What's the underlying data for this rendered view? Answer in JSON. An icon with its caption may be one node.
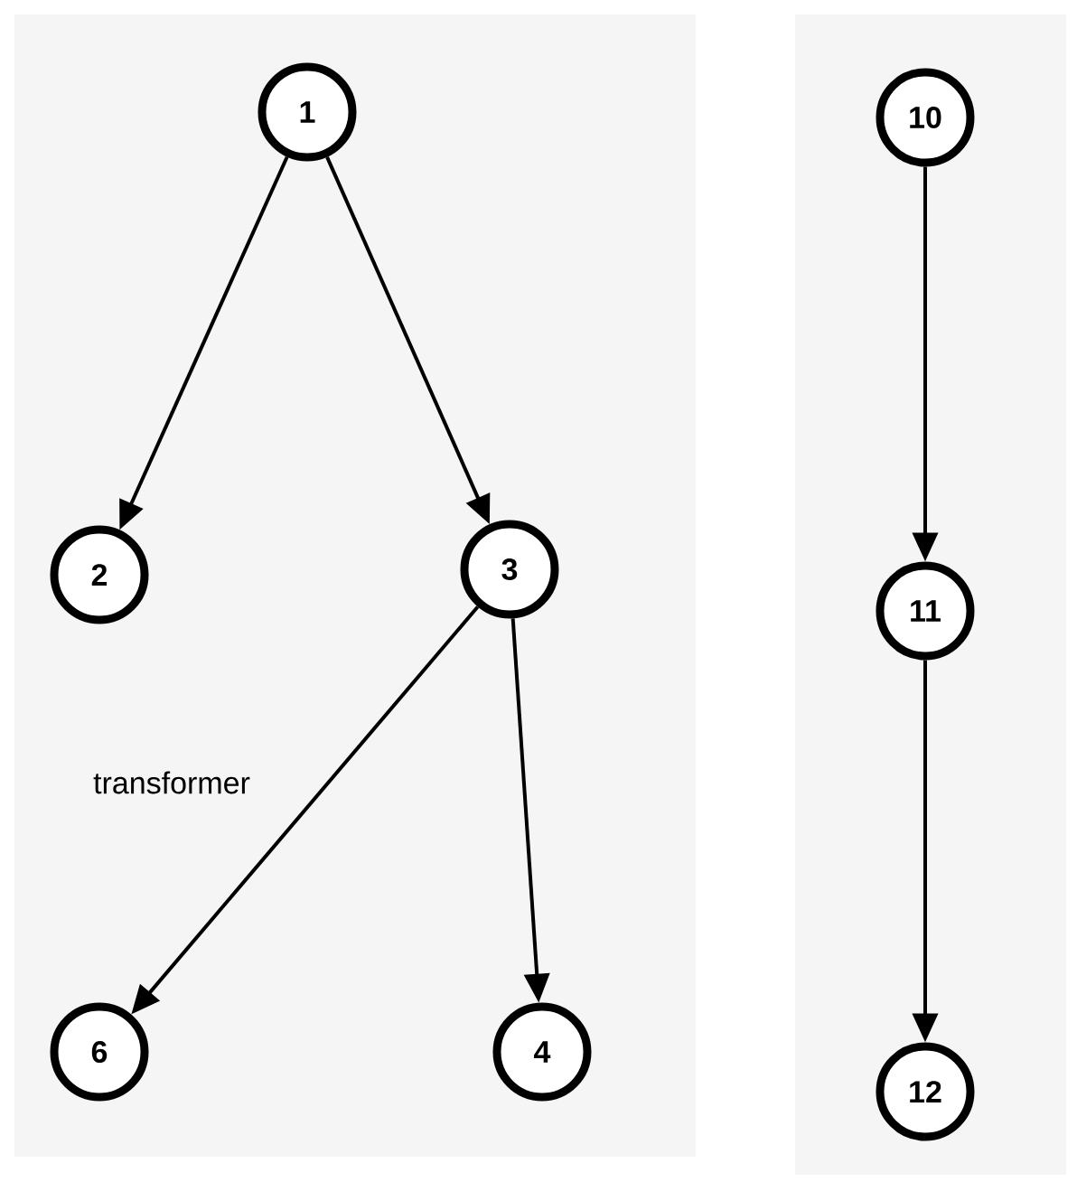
{
  "diagram": {
    "nodes": [
      {
        "text": [
          "1"
        ]
      },
      {
        "text": [
          "2"
        ]
      },
      {
        "text": [
          "3"
        ]
      },
      {
        "text": [
          "6"
        ]
      },
      {
        "text": [
          "4"
        ]
      },
      {
        "text": [
          "10"
        ]
      },
      {
        "text": [
          "11"
        ]
      },
      {
        "text": [
          "12"
        ]
      }
    ],
    "edges": [
      {
        "from": 0,
        "to": 1,
        "arrow": "to"
      },
      {
        "from": 0,
        "to": 2,
        "arrow": "to"
      },
      {
        "from": 2,
        "to": 3,
        "arrow": "to"
      },
      {
        "from": 2,
        "to": 4,
        "arrow": "to"
      },
      {
        "from": 5,
        "to": 6,
        "arrow": "to"
      },
      {
        "from": 6,
        "to": 7,
        "arrow": "to"
      }
    ],
    "labels": [
      "transformer"
    ]
  }
}
